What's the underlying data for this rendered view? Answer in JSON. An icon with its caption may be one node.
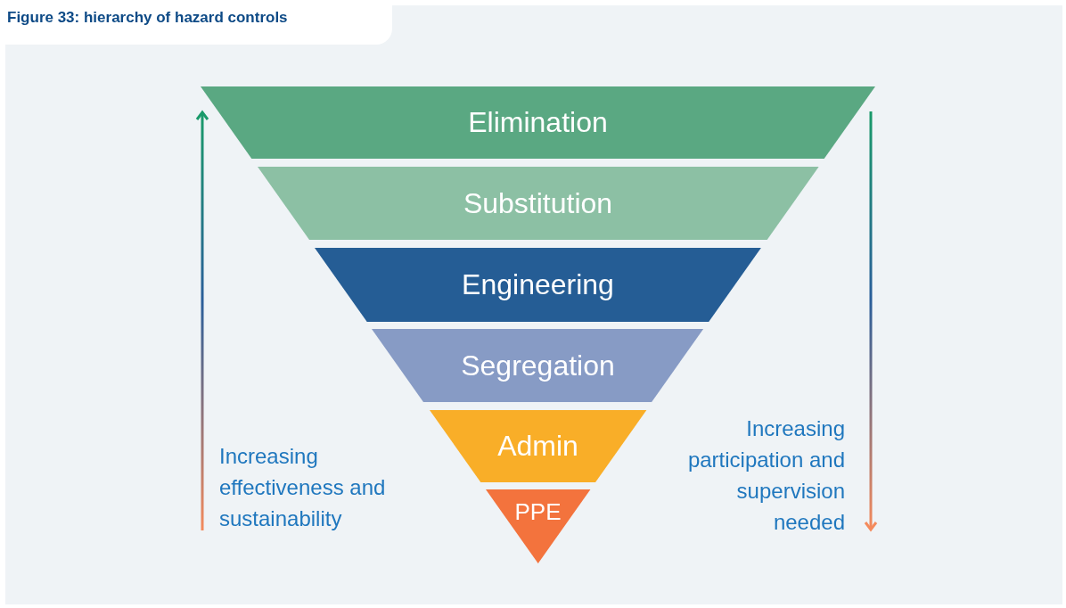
{
  "diagram": {
    "title": "Figure 33: hierarchy of hazard controls",
    "nodes": [
      {
        "text": [
          "Elimination"
        ]
      },
      {
        "text": [
          "Substitution"
        ]
      },
      {
        "text": [
          "Engineering"
        ]
      },
      {
        "text": [
          "Segregation"
        ]
      },
      {
        "text": [
          "Admin"
        ]
      },
      {
        "text": [
          "PPE"
        ]
      }
    ],
    "labels": [
      "Increasing effectiveness and sustainability",
      "Increasing participation and supervision needed"
    ]
  }
}
